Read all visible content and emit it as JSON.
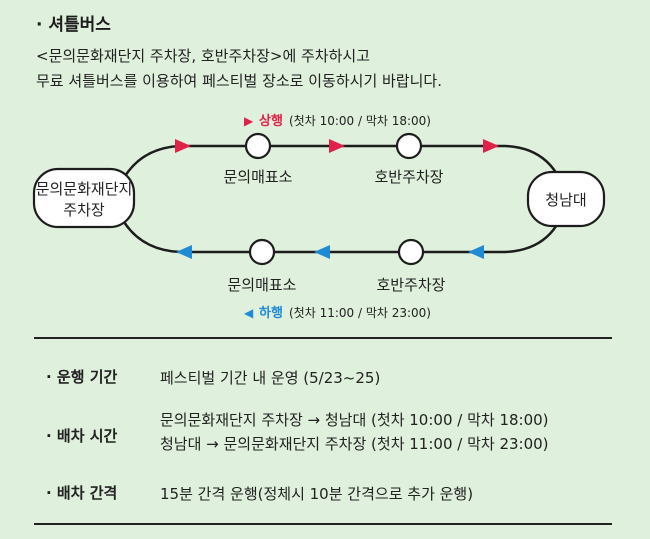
{
  "section_title": "· 셔틀버스",
  "intro": {
    "line1": "<문의문화재단지 주차장, 호반주차장>에 주차하시고",
    "line2": "무료 셔틀버스를 이용하여 페스티벌 장소로 이동하시기 바랍니다."
  },
  "route": {
    "upbound_marker": "▶",
    "upbound_label": "상행",
    "upbound_times": "(첫차 10:00 / 막차 18:00)",
    "downbound_marker": "◀",
    "downbound_label": "하행",
    "downbound_times": "(첫차 11:00 / 막차 23:00)",
    "start_stop_line1": "문의문화재단지",
    "start_stop_line2": "주차장",
    "end_stop": "청남대",
    "top_stop_1": "문의매표소",
    "top_stop_2": "호반주차장",
    "bottom_stop_1": "문의매표소",
    "bottom_stop_2": "호반주차장",
    "colors": {
      "upbound": "#e0224a",
      "downbound": "#1f8bd6"
    }
  },
  "info": {
    "operation_period_label": "· 운행 기간",
    "operation_period_value": "페스티벌 기간 내 운영 (5/23~25)",
    "schedule_label": "· 배차 시간",
    "schedule_line1": "문의문화재단지 주차장 → 청남대 (첫차 10:00 / 막차 18:00)",
    "schedule_line2": "청남대 → 문의문화재단지 주차장 (첫차 11:00 / 막차 23:00)",
    "interval_label": "· 배차 간격",
    "interval_value": "15분 간격 운행(정체시 10분 간격으로 추가 운행)"
  }
}
